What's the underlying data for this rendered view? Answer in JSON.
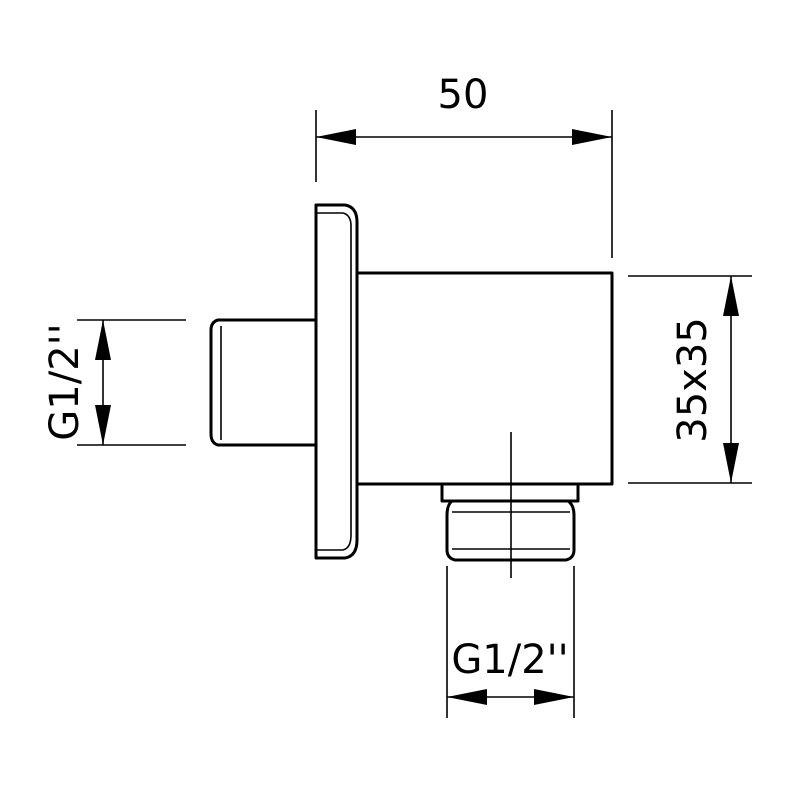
{
  "dimensions": {
    "overall_width": "50",
    "body_section": "35x35",
    "inlet_thread": "G1/2''",
    "outlet_thread": "G1/2''"
  }
}
